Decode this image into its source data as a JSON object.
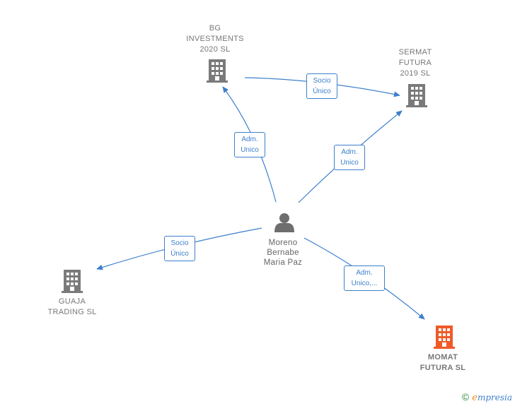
{
  "colors": {
    "edge": "#3d7fcc",
    "company": "#7a7a7a",
    "highlight_company": "#f05a28",
    "person": "#6e6e6e"
  },
  "nodes": {
    "bg_investments": {
      "line1": "BG",
      "line2": "INVESTMENTS",
      "line3": "2020  SL",
      "icon": "building-icon"
    },
    "sermat_futura": {
      "line1": "SERMAT",
      "line2": "FUTURA",
      "line3": "2019  SL",
      "icon": "building-icon"
    },
    "person": {
      "line1": "Moreno",
      "line2": "Bernabe",
      "line3": "Maria Paz",
      "icon": "person-icon"
    },
    "guaja_trading": {
      "line1": "GUAJA",
      "line2": "TRADING  SL",
      "icon": "building-icon"
    },
    "momat_futura": {
      "line1": "MOMAT",
      "line2": "FUTURA  SL",
      "icon": "building-icon"
    }
  },
  "edges": {
    "bg_to_sermat": {
      "line1": "Socio",
      "line2": "Único"
    },
    "person_to_bg": {
      "line1": "Adm.",
      "line2": "Unico"
    },
    "person_to_sermat": {
      "line1": "Adm.",
      "line2": "Unico"
    },
    "person_to_guaja": {
      "line1": "Socio",
      "line2": "Único"
    },
    "person_to_momat": {
      "line1": "Adm.",
      "line2": "Unico,..."
    }
  },
  "footer": {
    "copyright": "©",
    "brand_initial": "e",
    "brand_rest": "mpresia"
  }
}
